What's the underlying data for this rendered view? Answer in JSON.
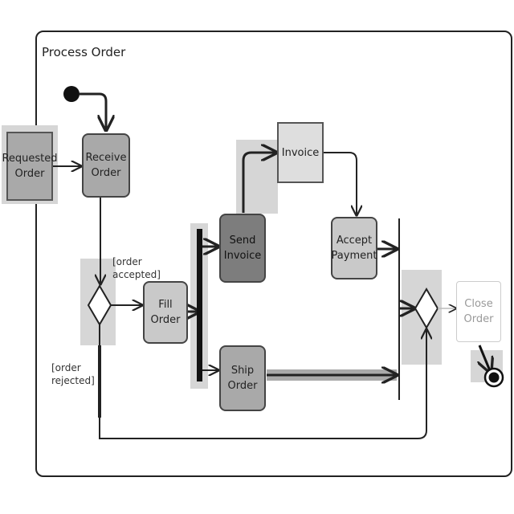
{
  "diagram": {
    "title": "Process Order",
    "nodes": {
      "requested_order": "Requested\nOrder",
      "receive_order": "Receive\nOrder",
      "fill_order": "Fill\nOrder",
      "send_invoice": "Send\nInvoice",
      "invoice": "Invoice",
      "accept_payment": "Accept\nPayment",
      "ship_order": "Ship\nOrder",
      "close_order": "Close\nOrder"
    },
    "guards": {
      "accepted": "[order\naccepted]",
      "rejected": "[order\nrejected]"
    }
  }
}
